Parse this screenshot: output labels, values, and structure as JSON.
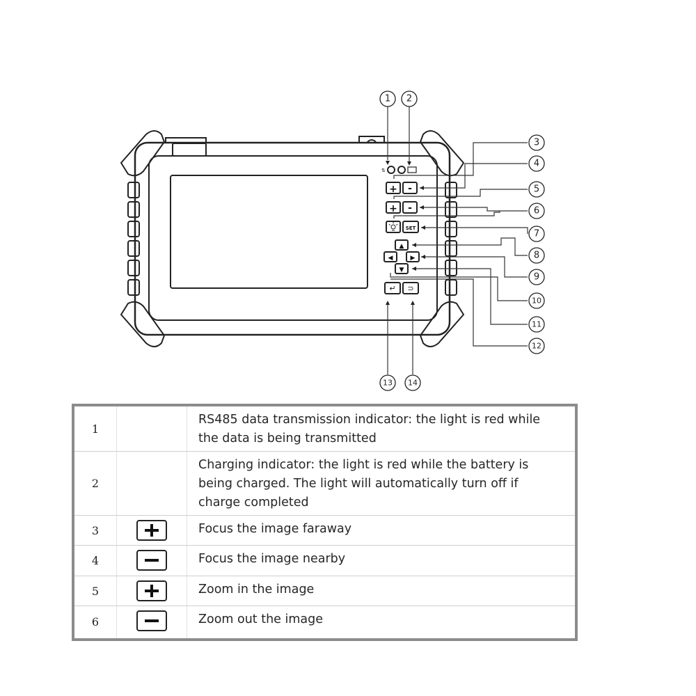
{
  "diagram": {
    "callouts": [
      "1",
      "2",
      "3",
      "4",
      "5",
      "6",
      "7",
      "8",
      "9",
      "10",
      "11",
      "12",
      "13",
      "14"
    ],
    "buttons": {
      "plus": "+",
      "minus": "-",
      "set": "SET",
      "up": "▲",
      "down": "▼",
      "left": "◀",
      "right": "▶",
      "enter": "↵",
      "back": "⊃"
    }
  },
  "table": {
    "rows": [
      {
        "num": "1",
        "icon": "",
        "desc": "RS485 data transmission indicator: the light is red while the data is being transmitted"
      },
      {
        "num": "2",
        "icon": "",
        "desc": "Charging indicator: the light is red while the battery is being charged. The light will automatically turn off if charge completed"
      },
      {
        "num": "3",
        "icon": "plus-key-icon",
        "desc": "Focus the image faraway"
      },
      {
        "num": "4",
        "icon": "minus-key-icon",
        "desc": "Focus the image nearby"
      },
      {
        "num": "5",
        "icon": "plus-key-icon",
        "desc": "Zoom in the image"
      },
      {
        "num": "6",
        "icon": "minus-key-icon",
        "desc": "Zoom out the image"
      }
    ]
  }
}
